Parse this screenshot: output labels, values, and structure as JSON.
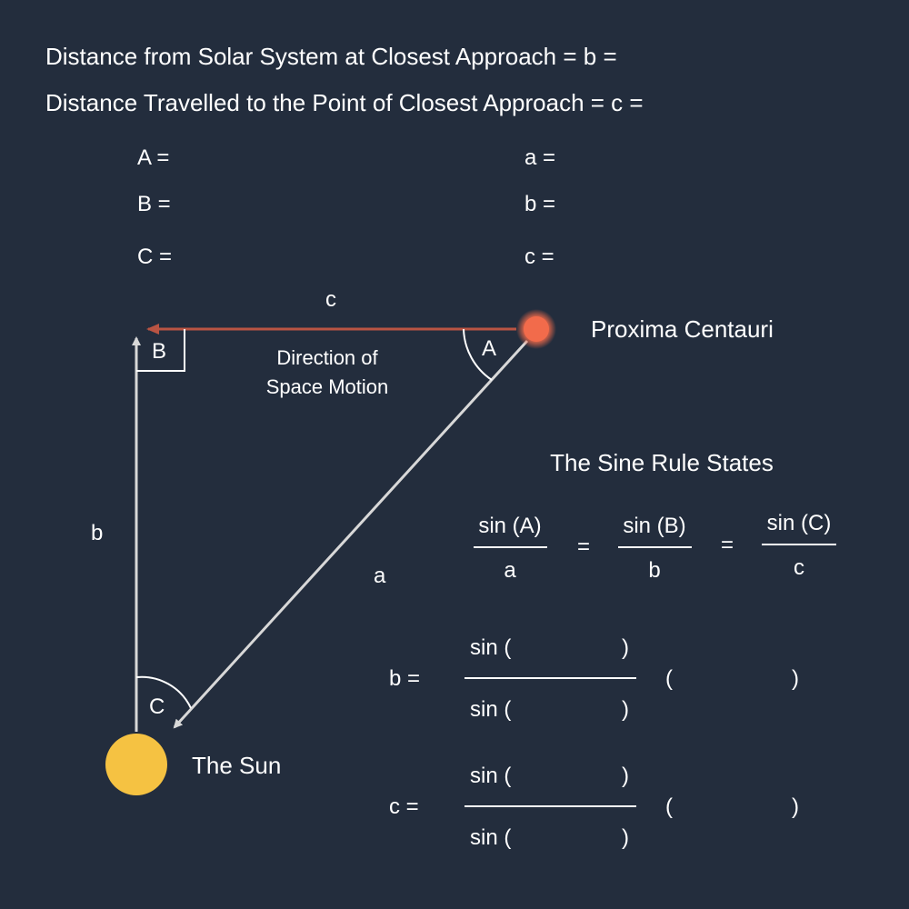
{
  "header": {
    "line1": "Distance from Solar System at Closest Approach = b =",
    "line2": "Distance Travelled to the Point of Closest Approach = c ="
  },
  "givens": {
    "angle_A": "A =",
    "angle_B": "B =",
    "angle_C": "C =",
    "side_a": "a =",
    "side_b": "b =",
    "side_c": "c ="
  },
  "diagram": {
    "side_c_label": "c",
    "side_b_label": "b",
    "side_a_label": "a",
    "angle_A_label": "A",
    "angle_B_label": "B",
    "angle_C_label": "C",
    "motion_label_line1": "Direction of",
    "motion_label_line2": "Space Motion",
    "star_label": "Proxima Centauri",
    "sun_label": "The Sun"
  },
  "sine_rule": {
    "title": "The Sine Rule States",
    "num_A": "sin (A)",
    "den_a": "a",
    "num_B": "sin (B)",
    "den_b": "b",
    "num_C": "sin (C)",
    "den_c": "c",
    "equals": "="
  },
  "formulas": {
    "b_lhs": "b =",
    "c_lhs": "c =",
    "sin_open": "sin (",
    "close_paren": ")",
    "open_paren": "("
  },
  "colors": {
    "background": "#232d3d",
    "text": "#ffffff",
    "line": "#d8d8d8",
    "motion_arrow": "#b95443",
    "star": "#f06a4a",
    "sun": "#f5c242"
  },
  "icons": {
    "star": "star-glow-icon",
    "sun": "sun-icon"
  }
}
